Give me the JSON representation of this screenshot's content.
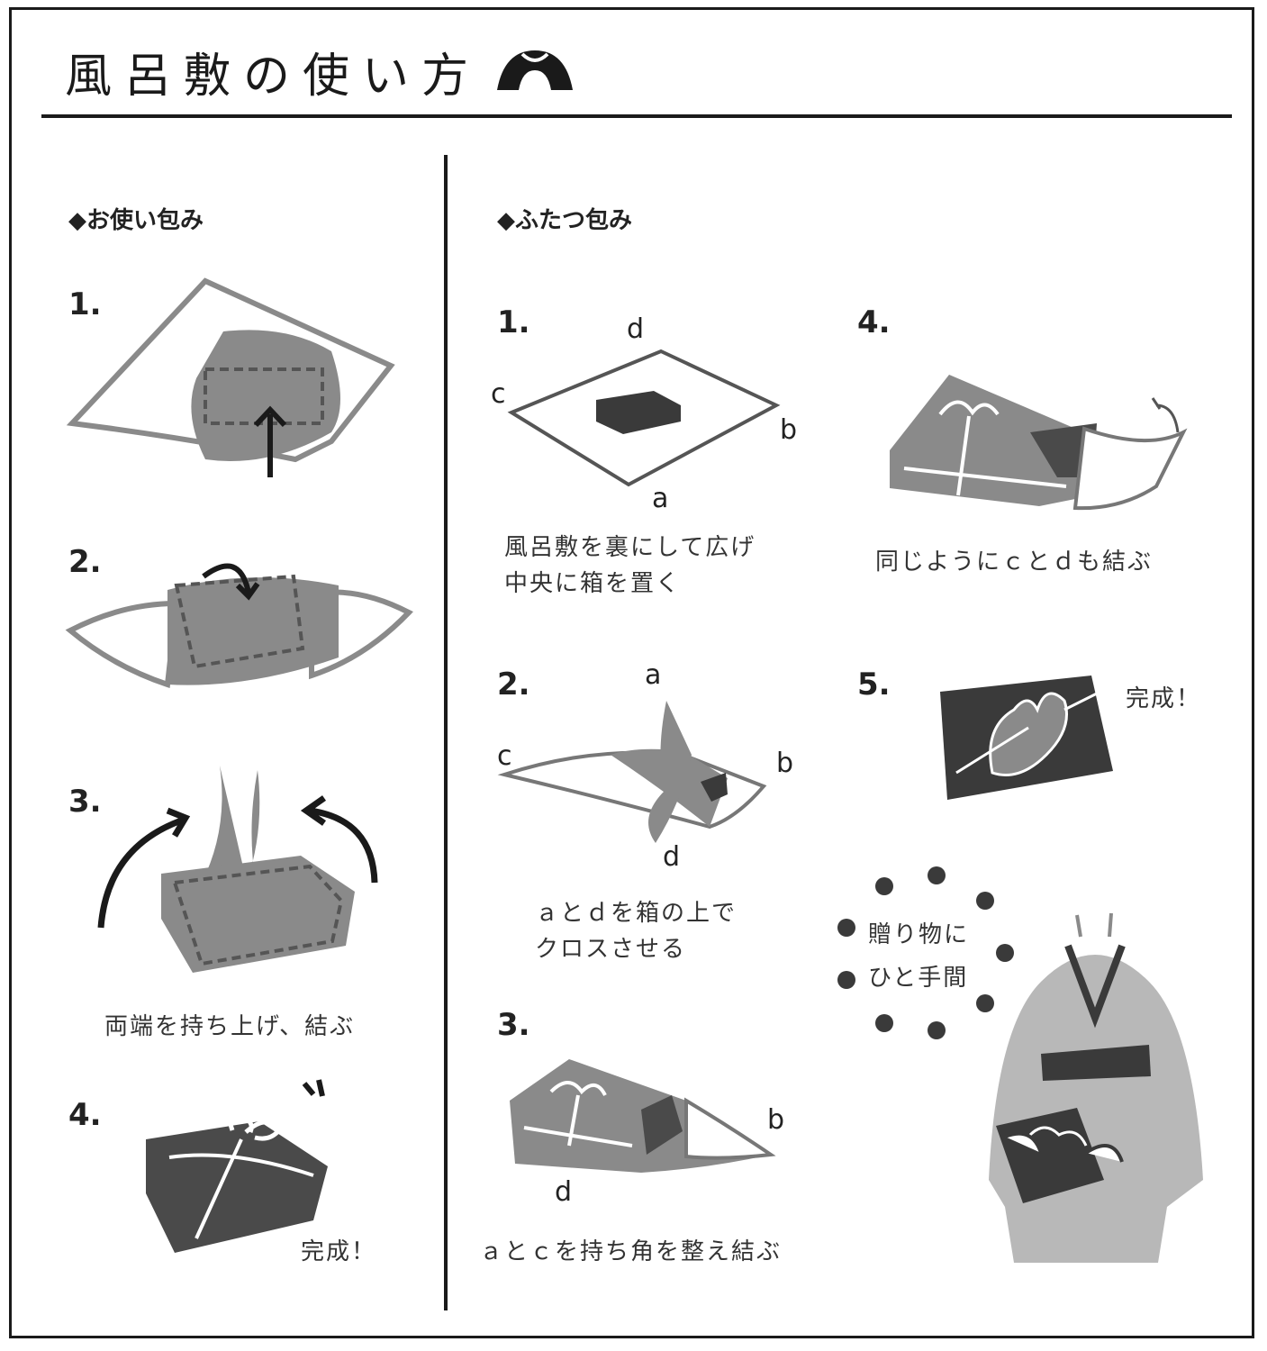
{
  "title": "風呂敷の使い方",
  "left": {
    "section": "◆お使い包み",
    "steps": [
      {
        "num": "1."
      },
      {
        "num": "2."
      },
      {
        "num": "3.",
        "caption": "両端を持ち上げ、結ぶ"
      },
      {
        "num": "4.",
        "caption": "完成！"
      }
    ]
  },
  "right": {
    "section": "◆ふたつ包み",
    "steps": [
      {
        "num": "1.",
        "caption1": "風呂敷を裏にして広げ",
        "caption2": "中央に箱を置く",
        "labels": {
          "d": "d",
          "c": "c",
          "b": "b",
          "a": "a"
        }
      },
      {
        "num": "2.",
        "caption1": "ａとｄを箱の上で",
        "caption2": "クロスさせる",
        "labels": {
          "a": "a",
          "c": "c",
          "b": "b",
          "d": "d"
        }
      },
      {
        "num": "3.",
        "caption": "ａとｃを持ち角を整え結ぶ",
        "labels": {
          "b": "b",
          "d": "d"
        }
      },
      {
        "num": "4.",
        "caption": "同じようにｃとｄも結ぶ"
      },
      {
        "num": "5.",
        "caption": "完成！"
      }
    ],
    "gift_text1": "贈り物に",
    "gift_text2": "ひと手間"
  },
  "colors": {
    "ink": "#1a1a1a",
    "cloth": "#8a8a8a",
    "dark": "#4a4a4a",
    "kimono": "#b8b8b8",
    "dots": "#3a3a3a"
  }
}
